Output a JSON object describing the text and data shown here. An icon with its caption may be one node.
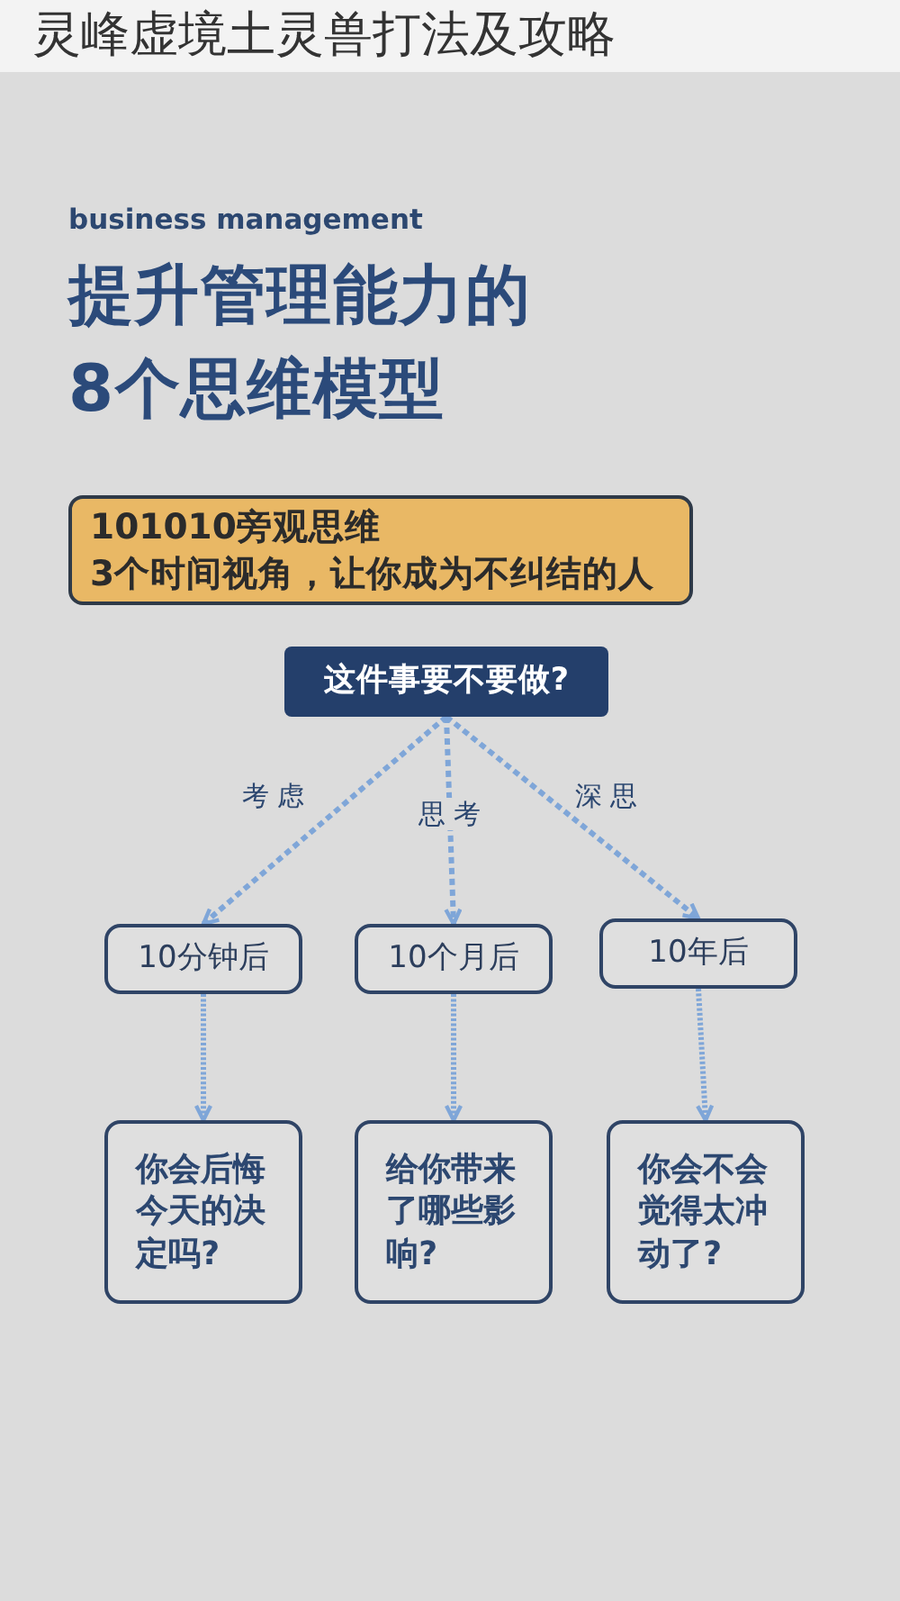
{
  "diagram": {
    "title": "提升管理能力的8个思维模型",
    "nodes": [
      {
        "text": [
          "101010旁观思维",
          "3个时间视角，让你成为不纠结的人"
        ]
      },
      {
        "text": [
          "这件事要不要做?"
        ]
      },
      {
        "text": [
          "10分钟后"
        ]
      },
      {
        "text": [
          "10个月后"
        ]
      },
      {
        "text": [
          "10年后"
        ]
      },
      {
        "text": [
          "你会后悔今天的决定吗?"
        ]
      },
      {
        "text": [
          "给你带来了哪些影响?"
        ]
      },
      {
        "text": [
          "你会不会觉得太冲动了?"
        ]
      }
    ],
    "edges": [
      {
        "from": 1,
        "to": 2,
        "arrow": "to",
        "label": "考虑",
        "style": "dashed"
      },
      {
        "from": 1,
        "to": 3,
        "arrow": "to",
        "label": "思考",
        "style": "dashed"
      },
      {
        "from": 1,
        "to": 4,
        "arrow": "to",
        "label": "深思",
        "style": "dashed"
      },
      {
        "from": 2,
        "to": 5,
        "arrow": "to",
        "style": "dashed"
      },
      {
        "from": 3,
        "to": 6,
        "arrow": "to",
        "style": "dashed"
      },
      {
        "from": 4,
        "to": 7,
        "arrow": "to",
        "style": "dashed"
      }
    ],
    "labels": [
      "灵峰虚境土灵兽打法及攻略",
      "business management"
    ]
  }
}
